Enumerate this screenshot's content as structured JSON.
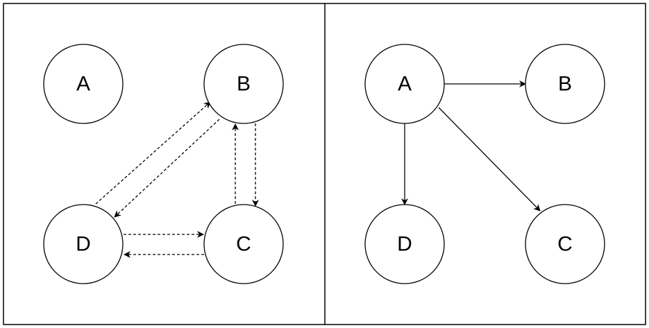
{
  "panels": [
    {
      "nodes": [
        {
          "id": "A",
          "label": "A"
        },
        {
          "id": "B",
          "label": "B"
        },
        {
          "id": "C",
          "label": "C"
        },
        {
          "id": "D",
          "label": "D"
        }
      ],
      "edges": [
        {
          "from": "D",
          "to": "B",
          "style": "dashed"
        },
        {
          "from": "B",
          "to": "D",
          "style": "dashed"
        },
        {
          "from": "C",
          "to": "B",
          "style": "dashed"
        },
        {
          "from": "B",
          "to": "C",
          "style": "dashed"
        },
        {
          "from": "D",
          "to": "C",
          "style": "dashed"
        },
        {
          "from": "C",
          "to": "D",
          "style": "dashed"
        }
      ]
    },
    {
      "nodes": [
        {
          "id": "A",
          "label": "A"
        },
        {
          "id": "B",
          "label": "B"
        },
        {
          "id": "C",
          "label": "C"
        },
        {
          "id": "D",
          "label": "D"
        }
      ],
      "edges": [
        {
          "from": "A",
          "to": "B",
          "style": "solid"
        },
        {
          "from": "A",
          "to": "D",
          "style": "solid"
        },
        {
          "from": "A",
          "to": "C",
          "style": "solid"
        }
      ]
    }
  ],
  "colors": {
    "stroke": "#000000",
    "background": "#ffffff"
  }
}
